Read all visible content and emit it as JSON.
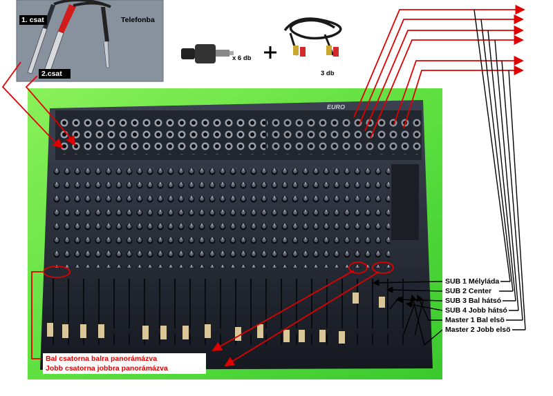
{
  "cable_photo": {
    "label_ch1": "1. csat",
    "label_ch2": "2.csat",
    "label_phone": "Telefonba"
  },
  "adapter": {
    "count_label": "x 6 db"
  },
  "plus_sign": "+",
  "rca_cable": {
    "count_label": "3 db"
  },
  "outputs": [
    "SUB 1 Mélyláda",
    "SUB 2 Center",
    "SUB 3 Bal hátsó",
    "SUB 4 Jobb hátsó",
    "Master 1 Bal elsö",
    "Master 2 Jobb elsö"
  ],
  "pan_caption": {
    "line1": "Bal csatorna balra panorámázva",
    "line2": "Jobb csatorna jobbra panorámázva"
  },
  "colors": {
    "background": "#ffffff",
    "photo_backdrop": "#6fe84a",
    "mixer_body": "#2a2f3a",
    "annotation_red": "#e00000",
    "annotation_black": "#000000"
  }
}
